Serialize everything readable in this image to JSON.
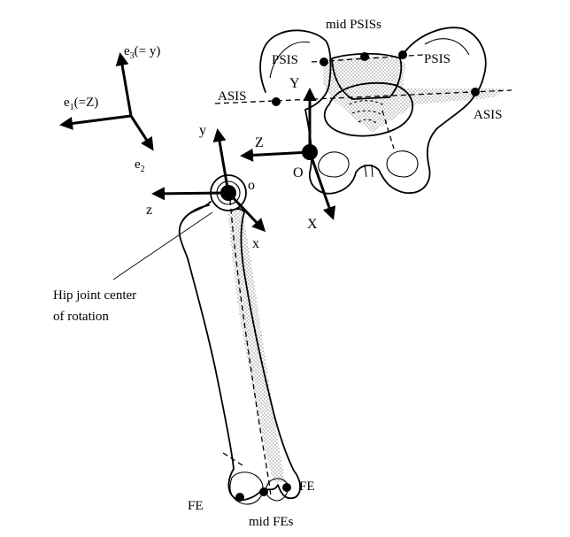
{
  "labels": {
    "mid_psiss": "mid  PSISs",
    "psis_left": "PSIS",
    "psis_right": "PSIS",
    "asis_left": "ASIS",
    "asis_right": "ASIS",
    "pelvis_Y": "Y",
    "pelvis_Z": "Z",
    "pelvis_O": "O",
    "pelvis_X": "X",
    "femur_y": "y",
    "femur_z": "z",
    "femur_o": "o",
    "femur_x": "x",
    "hip_joint_line1": "Hip joint center",
    "hip_joint_line2": "of rotation",
    "fe_left": "FE",
    "fe_right": "FE",
    "mid_fes": "mid FEs",
    "e3_main": "e",
    "e3_sub": "3",
    "e3_rest": "(= y)",
    "e1_main": "e",
    "e1_sub": "1",
    "e1_rest": "(=Z)",
    "e2_main": "e",
    "e2_sub": "2"
  }
}
